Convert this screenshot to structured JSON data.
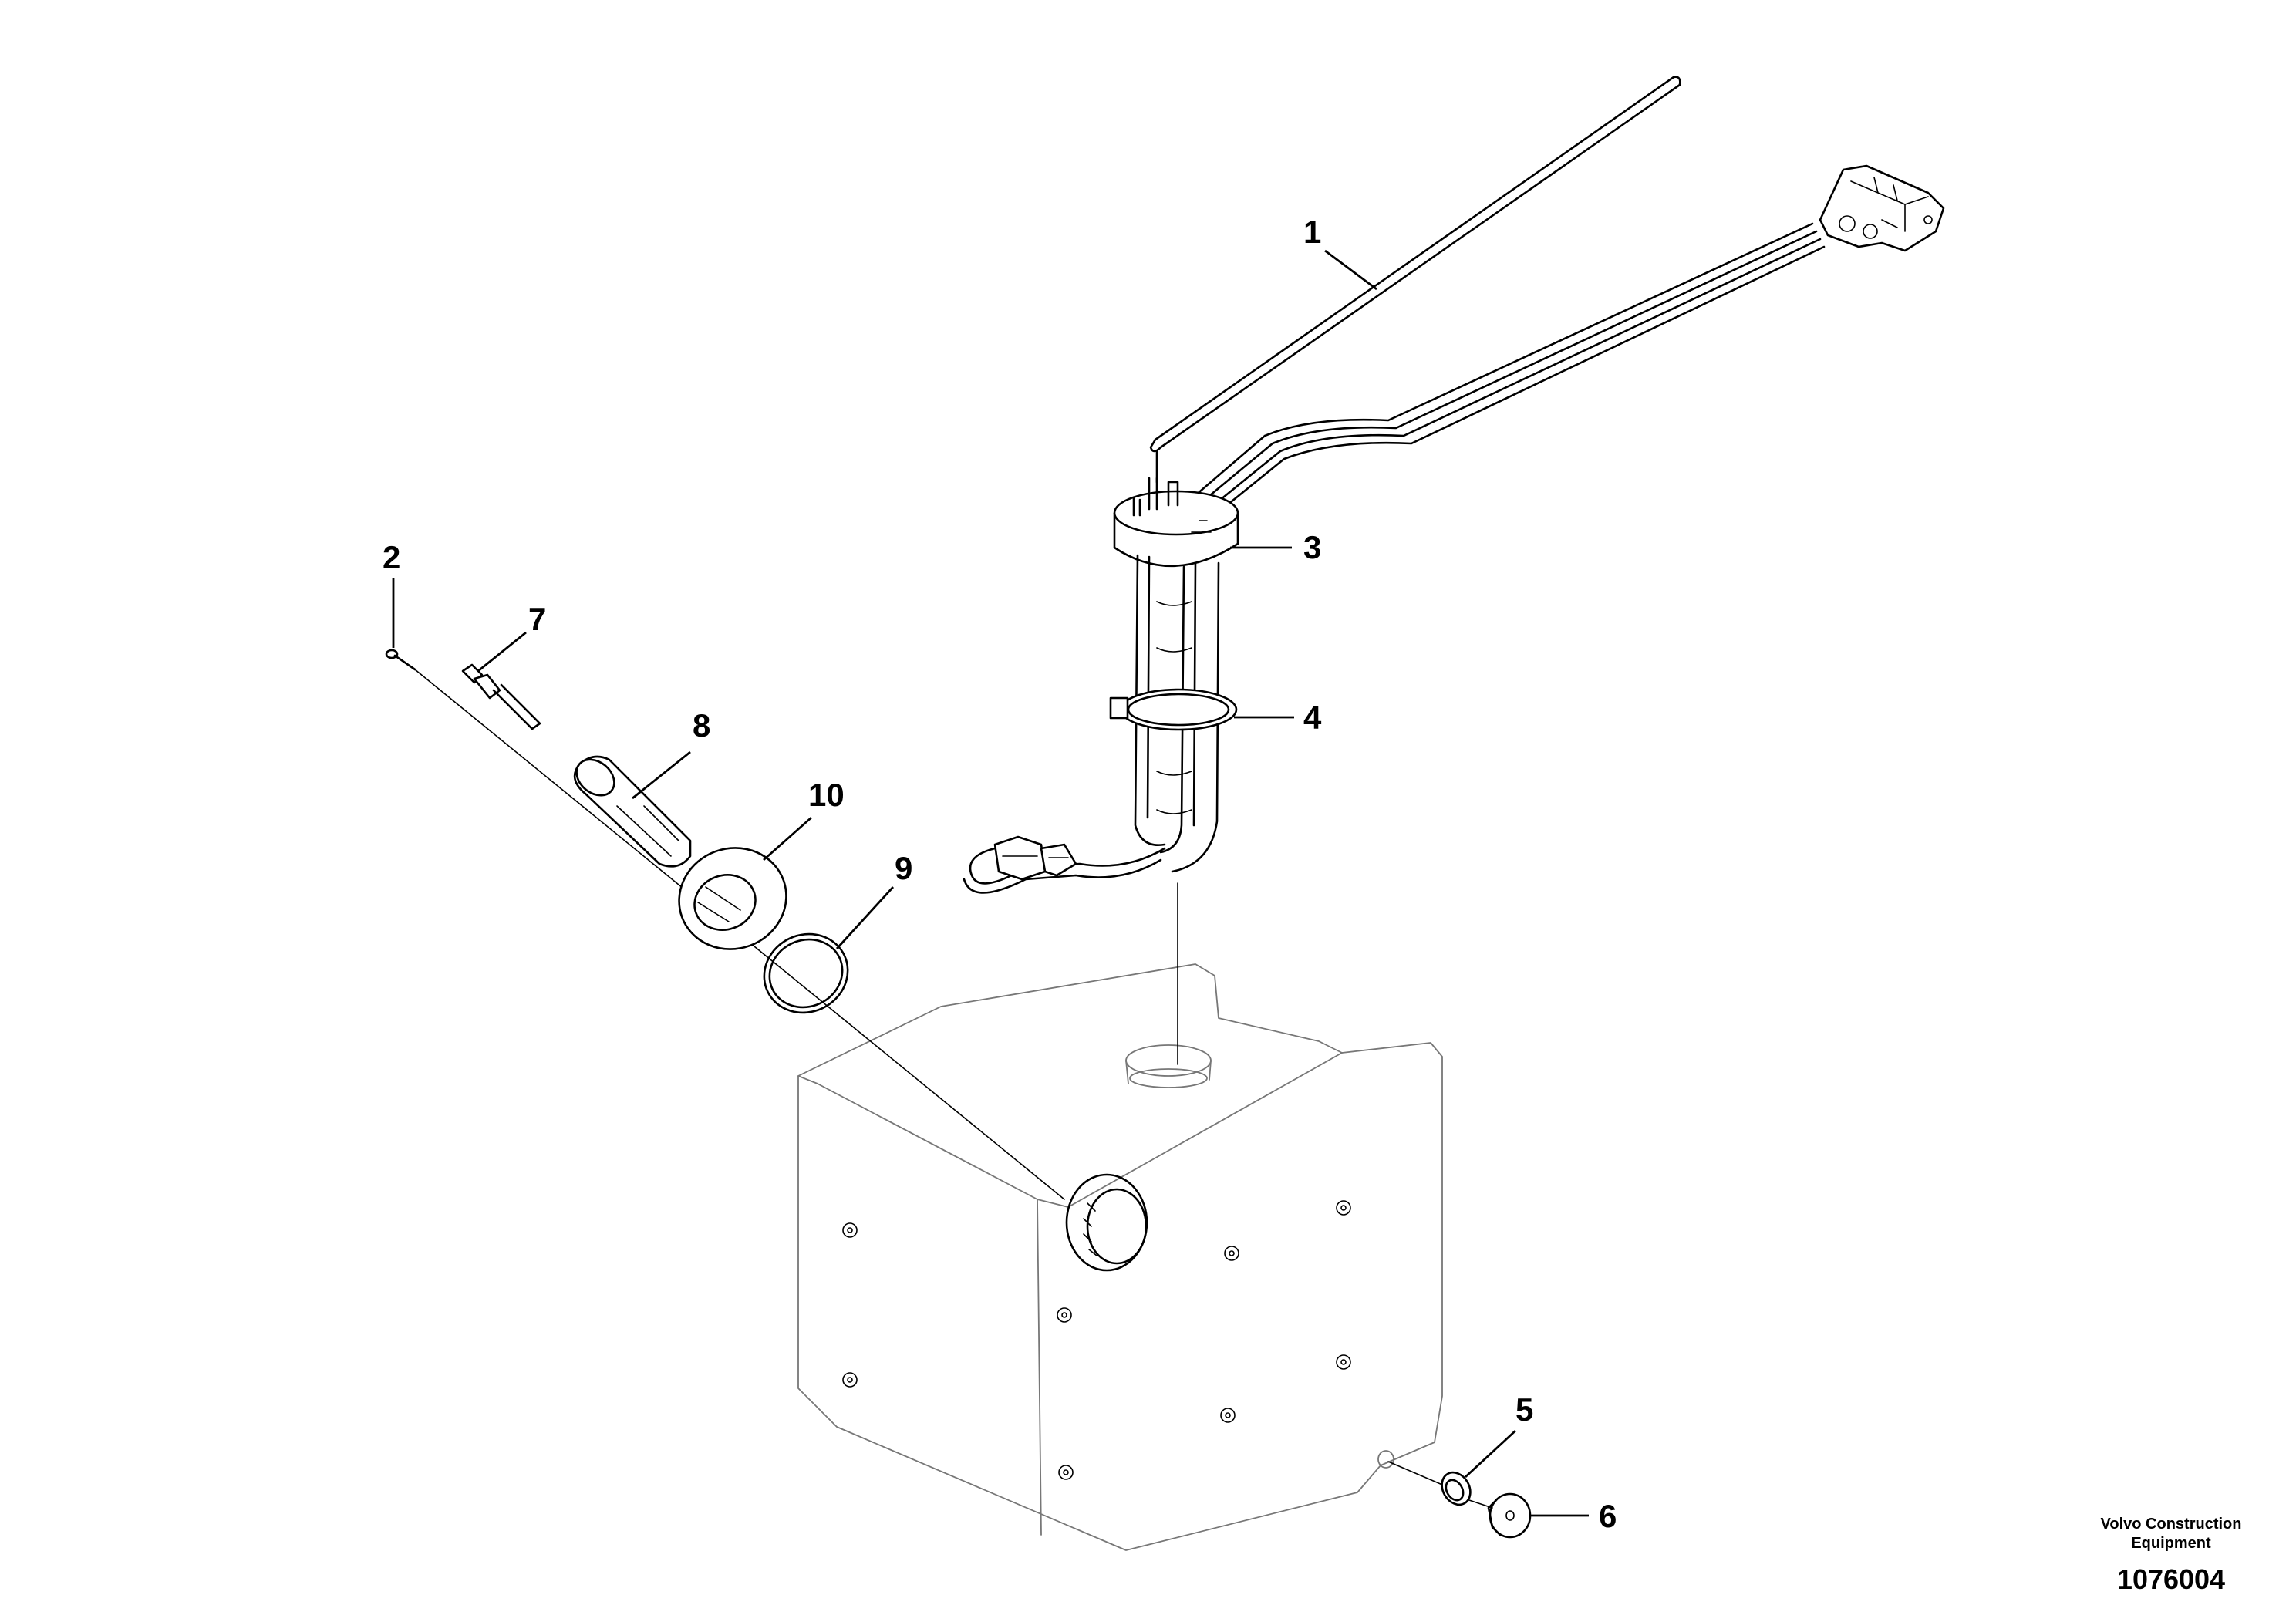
{
  "callouts": [
    {
      "label": "1"
    },
    {
      "label": "2"
    },
    {
      "label": "3"
    },
    {
      "label": "4"
    },
    {
      "label": "5"
    },
    {
      "label": "6"
    },
    {
      "label": "7"
    },
    {
      "label": "8"
    },
    {
      "label": "9"
    },
    {
      "label": "10"
    }
  ],
  "credit": {
    "line1": "Volvo Construction",
    "line2": "Equipment"
  },
  "document_number": "1076004"
}
